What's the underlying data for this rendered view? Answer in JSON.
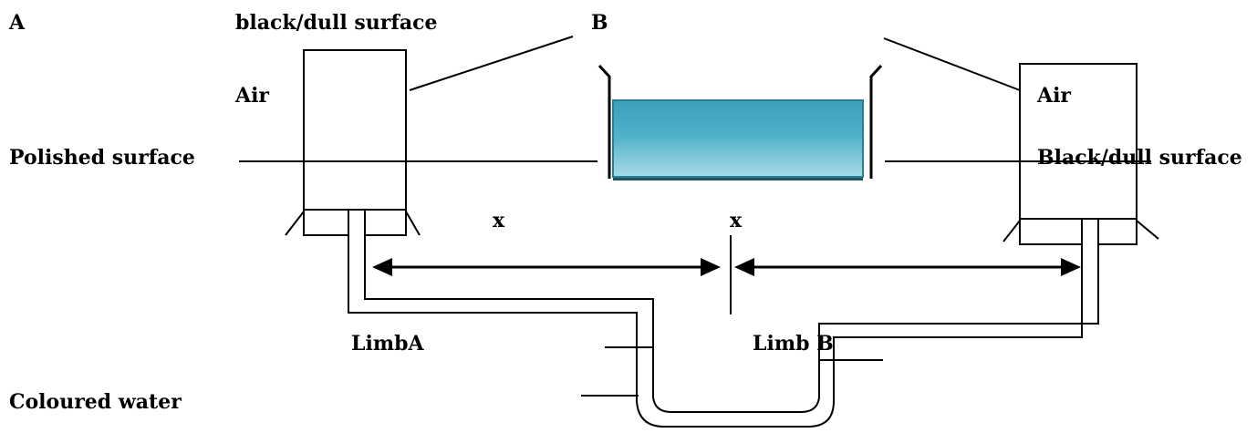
{
  "labels": {
    "a": "A",
    "b": "B",
    "black_dull_top": "black/dull surface",
    "air_left": "Air",
    "air_right": "Air",
    "polished": "Polished surface",
    "black_dull_right": "Black/dull surface",
    "x_left": "x",
    "x_mid": "x",
    "limb_a": "LimbA",
    "limb_b": "Limb B",
    "coloured_water": "Coloured water"
  },
  "colors": {
    "line": "#000000",
    "heater_fill_light": "#a9dbe8",
    "heater_fill_mid": "#4fb0c9",
    "heater_border": "#2a7f95",
    "heater_shadow": "#1e5563"
  }
}
